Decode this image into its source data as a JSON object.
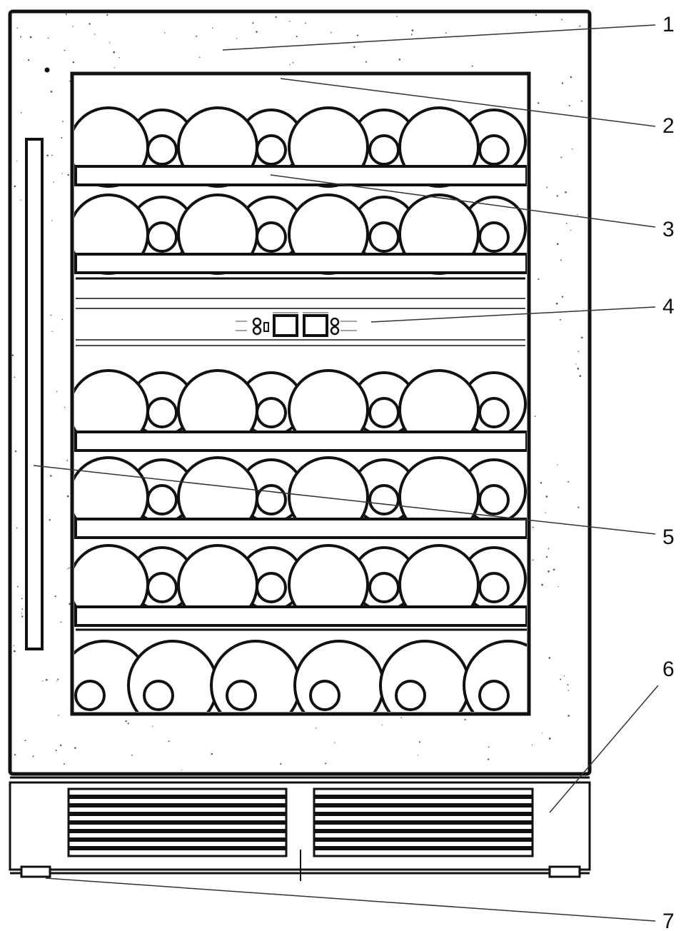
{
  "callouts": [
    {
      "label": "1"
    },
    {
      "label": "2"
    },
    {
      "label": "3"
    },
    {
      "label": "4"
    },
    {
      "label": "5"
    },
    {
      "label": "6"
    },
    {
      "label": "7"
    }
  ],
  "wine_racks": {
    "staggered_rows": 5,
    "bottom_rows": 1,
    "large_bottles_per_row": 4,
    "small_necks_per_row": 4,
    "bottom_bottles": 6
  },
  "colors": {
    "line": "#111111",
    "speckle": "#555555",
    "background": "#ffffff"
  }
}
